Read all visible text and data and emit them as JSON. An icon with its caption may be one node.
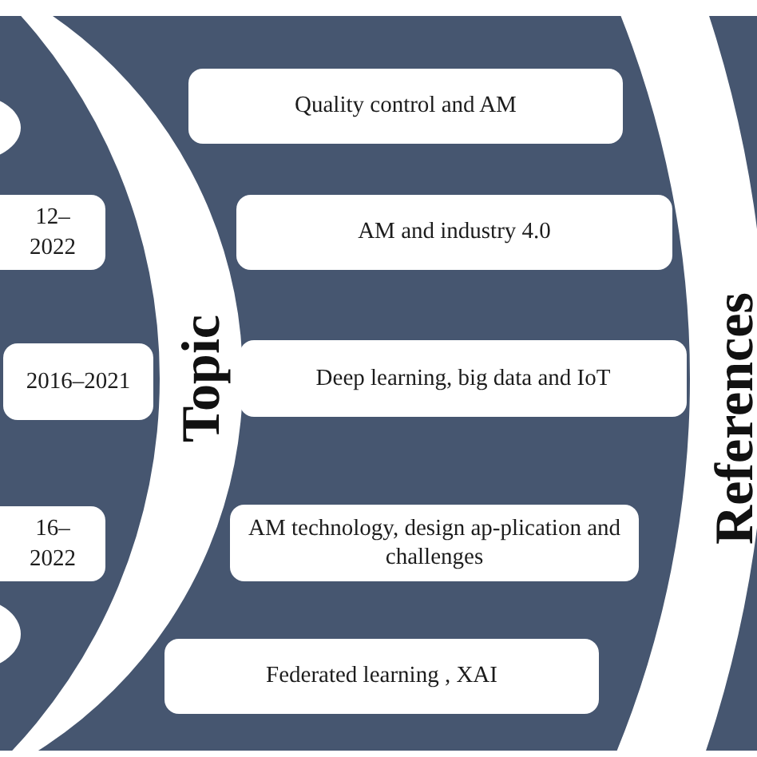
{
  "diagram": {
    "nodes": [
      {
        "text": [
          "12–2022"
        ]
      },
      {
        "text": [
          "2016–2021"
        ]
      },
      {
        "text": [
          "16–2022"
        ]
      },
      {
        "text": [
          "Topic"
        ]
      },
      {
        "text": [
          "Quality control and AM"
        ]
      },
      {
        "text": [
          "AM and industry 4.0"
        ]
      },
      {
        "text": [
          "Deep learning, big data and IoT"
        ]
      },
      {
        "text": [
          "AM technology, design ap-plication and challenges"
        ]
      },
      {
        "text": [
          "Federated learning , XAI"
        ]
      },
      {
        "text": [
          "References"
        ]
      }
    ]
  }
}
